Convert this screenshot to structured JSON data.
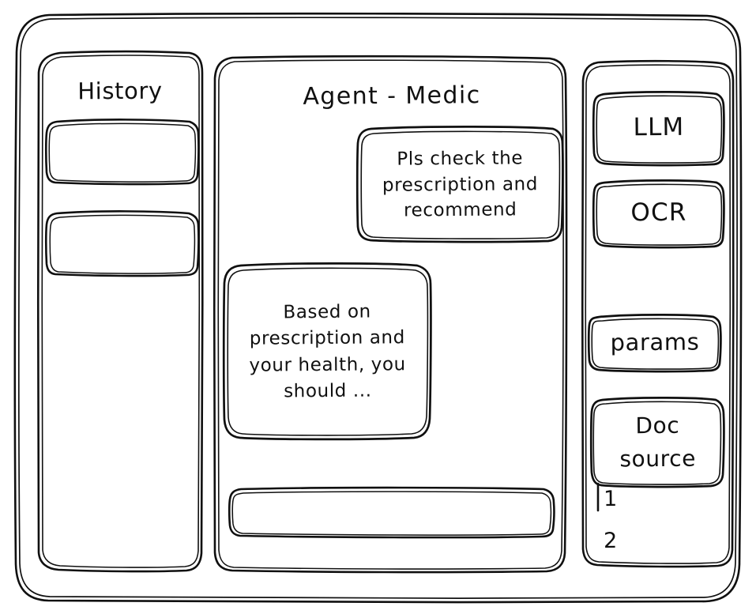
{
  "window": {
    "name": "agent-medic-wireframe"
  },
  "sidebar": {
    "title": "History",
    "items": [
      {
        "label": ""
      },
      {
        "label": ""
      }
    ]
  },
  "main": {
    "title": "Agent - Medic",
    "messages": [
      {
        "role": "user",
        "text": "Pls check the prescription and recommend"
      },
      {
        "role": "assistant",
        "text": "Based on prescription and your health, you should ..."
      }
    ],
    "composer": {
      "value": "",
      "placeholder": ""
    }
  },
  "tools": {
    "buttons": [
      {
        "label": "LLM"
      },
      {
        "label": "OCR"
      },
      {
        "label": "params"
      },
      {
        "label": "Doc source"
      }
    ],
    "doc_list": [
      {
        "label": "1"
      },
      {
        "label": "2"
      }
    ]
  },
  "style": {
    "stroke": "#101010",
    "background": "#ffffff"
  }
}
